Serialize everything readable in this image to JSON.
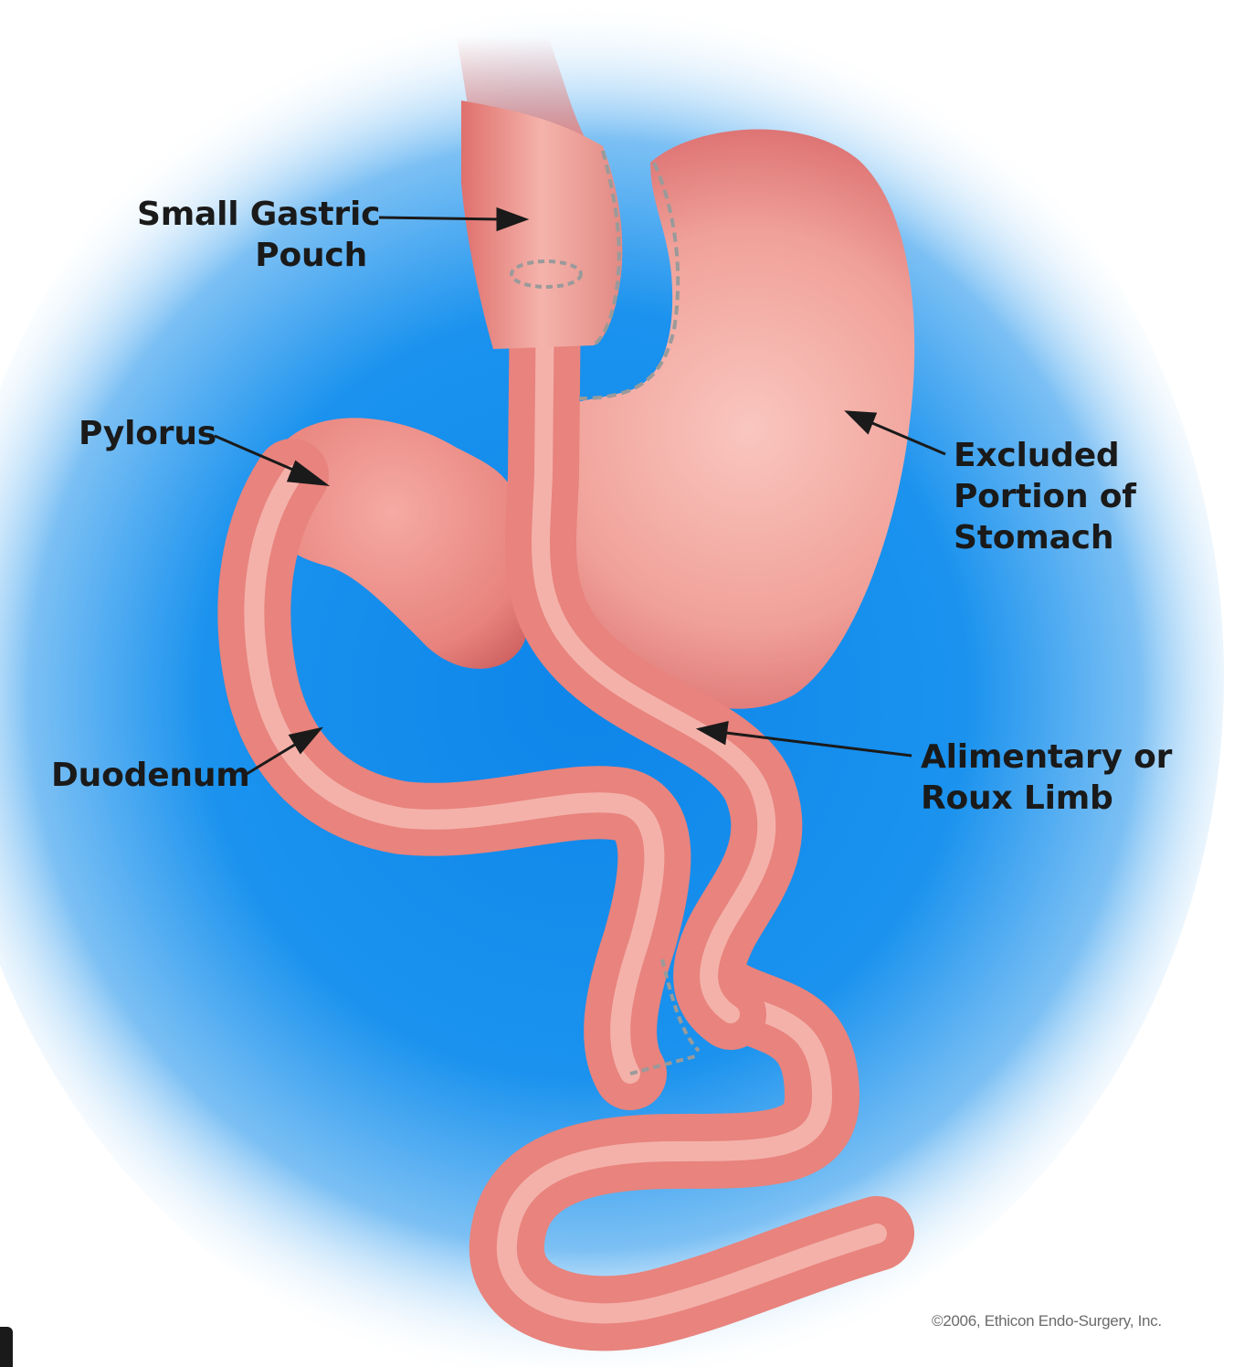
{
  "labels": {
    "small_gastric_pouch": [
      "Small Gastric",
      "Pouch"
    ],
    "pylorus": "Pylorus",
    "duodenum": "Duodenum",
    "excluded_portion": [
      "Excluded",
      "Portion of",
      "Stomach"
    ],
    "alimentary_limb": [
      "Alimentary or",
      "Roux Limb"
    ]
  },
  "copyright": "©2006, Ethicon Endo-Surgery, Inc.",
  "colors": {
    "background_glow": "#1a8fe8",
    "tissue": "#e8837d",
    "tissue_light": "#f4b3ab",
    "tissue_dark": "#c95b5b",
    "staples": "#9a9a9a",
    "label_text": "#1a1a1a"
  }
}
